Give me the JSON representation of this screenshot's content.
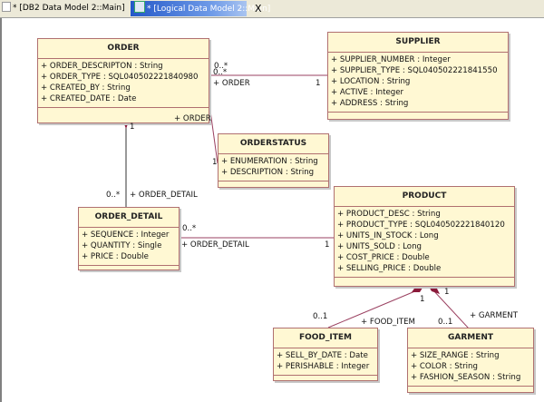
{
  "tabs": [
    {
      "label": "* [DB2 Data Model 2::Main]",
      "active": false
    },
    {
      "label": "* [Logical Data Model 2::Main]",
      "active": true
    }
  ],
  "close_label": "X",
  "colors": {
    "class_fill": "#fff8d3",
    "class_border": "#b07070",
    "assoc_line": "#9a4060",
    "composition": "#8b1a3a"
  },
  "classes": {
    "order": {
      "name": "ORDER",
      "attributes": [
        "+ ORDER_DESCRIPTON : String",
        "+ ORDER_TYPE : SQL040502221840980",
        "+ CREATED_BY : String",
        "+ CREATED_DATE : Date"
      ]
    },
    "supplier": {
      "name": "SUPPLIER",
      "attributes": [
        "+ SUPPLIER_NUMBER : Integer",
        "+ SUPPLIER_TYPE : SQL040502221841550",
        "+ LOCATION : String",
        "+ ACTIVE : Integer",
        "+ ADDRESS : String"
      ]
    },
    "orderstatus": {
      "name": "ORDERSTATUS",
      "attributes": [
        "+ ENUMERATION : String",
        "+ DESCRIPTION : String"
      ]
    },
    "order_detail": {
      "name": "ORDER_DETAIL",
      "attributes": [
        "+ SEQUENCE : Integer",
        "+ QUANTITY : Single",
        "+ PRICE : Double"
      ]
    },
    "product": {
      "name": "PRODUCT",
      "attributes": [
        "+ PRODUCT_DESC : String",
        "+ PRODUCT_TYPE : SQL040502221840120",
        "+ UNITS_IN_STOCK : Long",
        "+ UNITS_SOLD : Long",
        "+ COST_PRICE : Double",
        "+ SELLING_PRICE : Double"
      ]
    },
    "food_item": {
      "name": "FOOD_ITEM",
      "attributes": [
        "+ SELL_BY_DATE : Date",
        "+ PERISHABLE : Integer"
      ]
    },
    "garment": {
      "name": "GARMENT",
      "attributes": [
        "+ SIZE_RANGE : String",
        "+ COLOR : String",
        "+ FASHION_SEASON : String"
      ]
    }
  },
  "labels": {
    "order_supplier_mult_a": "0..*",
    "order_supplier_mult_b": "0..*",
    "order_supplier_role": "+ ORDER",
    "order_supplier_one": "1",
    "order_status_role": "+ ORDER",
    "order_status_one": "1",
    "order_detail_one": "1",
    "order_detail_many": "0..*",
    "order_detail_role": "+ ORDER_DETAIL",
    "detail_product_many": "0..*",
    "detail_product_role": "+ ORDER_DETAIL",
    "detail_product_one": "1",
    "food_one": "1",
    "food_mult": "0..1",
    "food_role": "+ FOOD_ITEM",
    "garment_one": "1",
    "garment_mult": "0..1",
    "garment_role": "+ GARMENT"
  }
}
